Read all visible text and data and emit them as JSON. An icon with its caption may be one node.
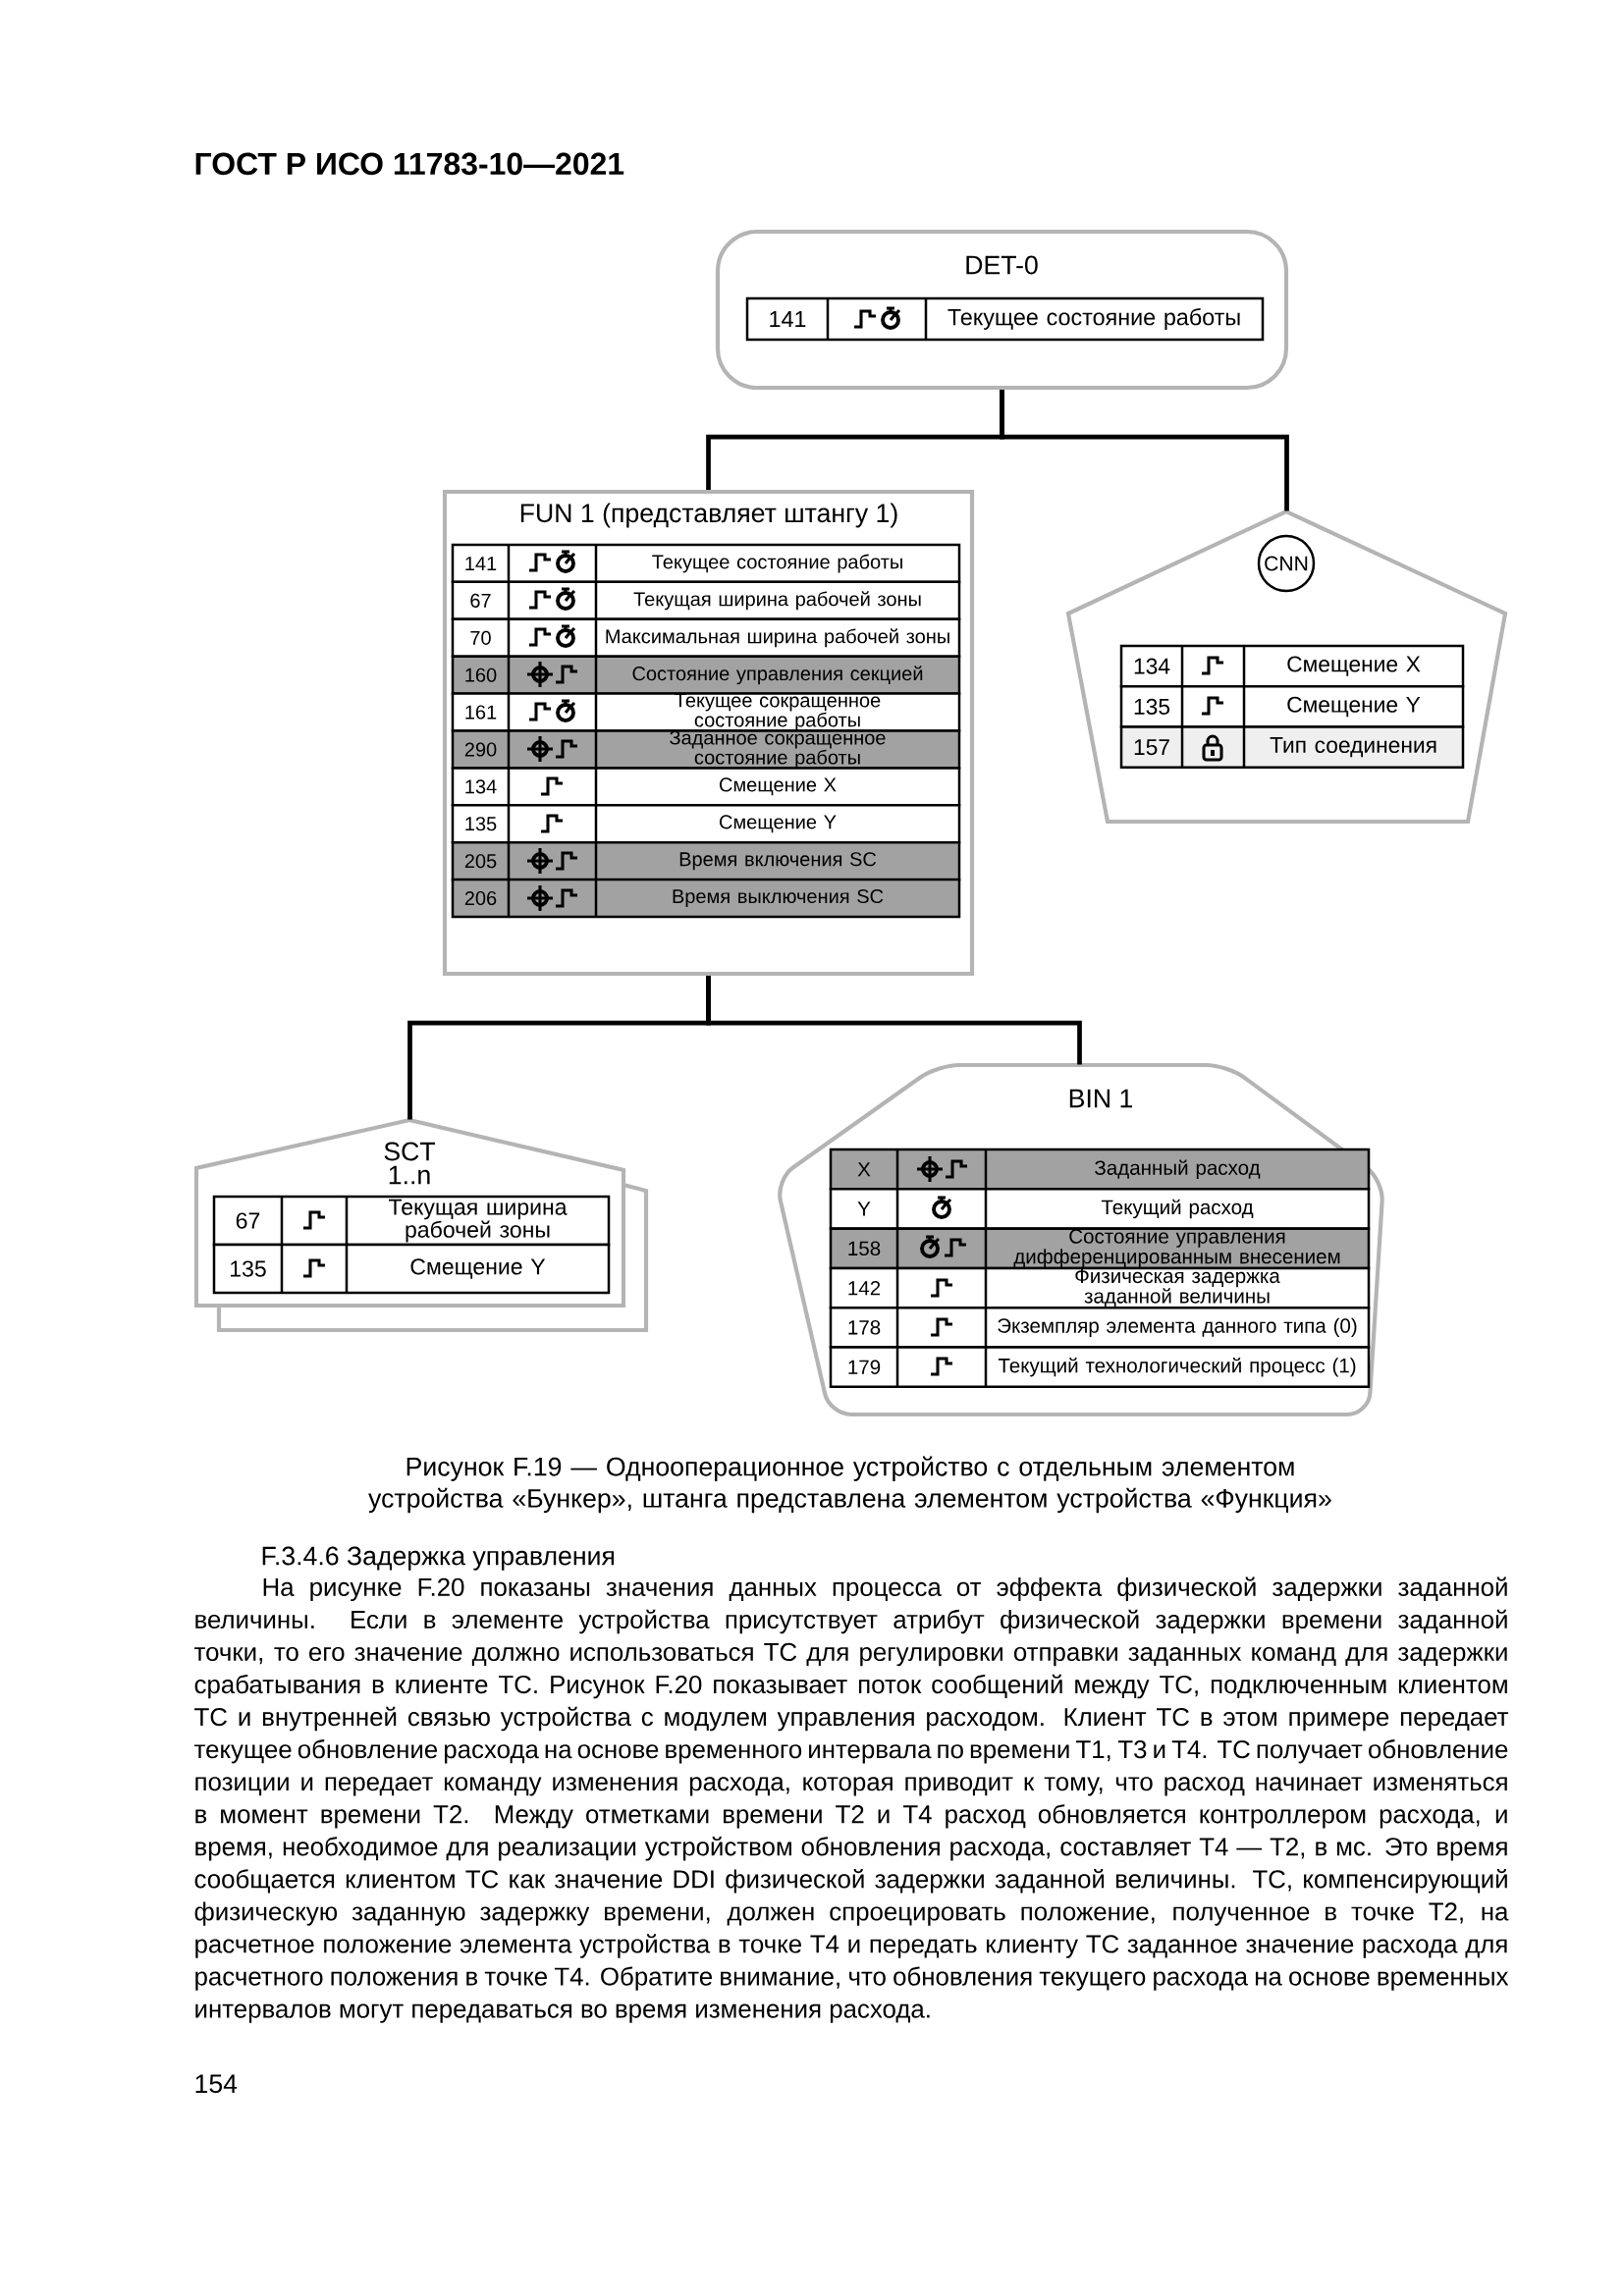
{
  "diagram": {
    "title": "ГОСТ Р ИСО 11783-10—2021",
    "caption": "Рисунок F.19 — Однооперационное устройство с отдельным элементом устройства «Бункер», штанга представлена элементом устройства «Функция»",
    "nodes": [
      {
        "text": [
          "DET-0"
        ]
      },
      {
        "text": [
          "141",
          "Текущее состояние работы"
        ],
        "in": 0
      },
      {
        "text": [
          "FUN 1 (представляет штангу 1)"
        ]
      },
      {
        "text": [
          "141",
          "Текущее состояние работы"
        ],
        "in": 2
      },
      {
        "text": [
          "67",
          "Текущая ширина рабочей зоны"
        ],
        "in": 2
      },
      {
        "text": [
          "70",
          "Максимальная ширина рабочей зоны"
        ],
        "in": 2
      },
      {
        "text": [
          "160",
          "Состояние управления секцией"
        ],
        "in": 2
      },
      {
        "text": [
          "161",
          "Текущее сокращенное состояние работы"
        ],
        "in": 2
      },
      {
        "text": [
          "290",
          "Заданное сокращенное состояние работы"
        ],
        "in": 2
      },
      {
        "text": [
          "134",
          "Смещение X"
        ],
        "in": 2
      },
      {
        "text": [
          "135",
          "Смещение Y"
        ],
        "in": 2
      },
      {
        "text": [
          "205",
          "Время включения SC"
        ],
        "in": 2
      },
      {
        "text": [
          "206",
          "Время выключения SC"
        ],
        "in": 2
      },
      {
        "text": [],
        "shape": "pentagon"
      },
      {
        "text": [
          "CNN"
        ],
        "in": 13
      },
      {
        "text": [
          "134",
          "Смещение X"
        ],
        "in": 13
      },
      {
        "text": [
          "135",
          "Смещение Y"
        ],
        "in": 13
      },
      {
        "text": [
          "157",
          "Тип соединения"
        ],
        "in": 13
      },
      {
        "text": [
          "SCT",
          "1..n"
        ]
      },
      {
        "text": [
          "67",
          "Текущая ширина рабочей зоны"
        ],
        "in": 18
      },
      {
        "text": [
          "135",
          "Смещение Y"
        ],
        "in": 18
      },
      {
        "text": [
          "BIN 1"
        ]
      },
      {
        "text": [
          "X",
          "Заданный расход"
        ],
        "in": 21
      },
      {
        "text": [
          "Y",
          "Текущий расход"
        ],
        "in": 21
      },
      {
        "text": [
          "158",
          "Состояние управления дифференцированным внесением"
        ],
        "in": 21
      },
      {
        "text": [
          "142",
          "Физическая задержка заданной величины"
        ],
        "in": 21
      },
      {
        "text": [
          "178",
          "Экземпляр элемента данного типа (0)"
        ],
        "in": 21
      },
      {
        "text": [
          "179",
          "Текущий технологический процесс (1)"
        ],
        "in": 21
      }
    ],
    "edges": [
      {
        "from": 0,
        "to": 2,
        "arrow": "none"
      },
      {
        "from": 0,
        "to": 13,
        "arrow": "none"
      },
      {
        "from": 2,
        "to": 18,
        "arrow": "none"
      },
      {
        "from": 2,
        "to": 21,
        "arrow": "none"
      }
    ],
    "labels": [
      "F.3.4.6 Задержка управления",
      "На рисунке F.20 показаны значения данных процесса от эффекта физической задержки заданной величины. Если в элементе устройства присутствует атрибут физической задержки времени заданной точки, то его значение должно использоваться TC для регулировки отправки заданных команд для задержки срабатывания в клиенте TC. Рисунок F.20 показывает поток сообщений между TC, подключенным клиентом TC и внутренней связью устройства с модулем управления расходом. Клиент TC в этом примере передает текущее обновление расхода на основе временного интервала по времени T1, T3 и T4. TC получает обновление позиции и передает команду изменения расхода, которая приводит к тому, что расход начинает изменяться в момент времени T2. Между отметками времени T2 и T4 расход обновляется контроллером расхода, и время, необходимое для реализации устройством обновления расхода, составляет T4 — T2, в мс. Это время сообщается клиентом TC как значение DDI физической задержки заданной величины. TC, компенсирующий физическую заданную задержку времени, должен спроецировать положение, полученное в точке T2, на расчетное положение элемента устройства в точке T4 и передать клиенту TC заданное значение расхода для расчетного положения в точке T4. Обратите внимание, что обновления текущего расхода на основе временных интервалов могут передаваться во время изменения расхода.",
      "154"
    ]
  }
}
